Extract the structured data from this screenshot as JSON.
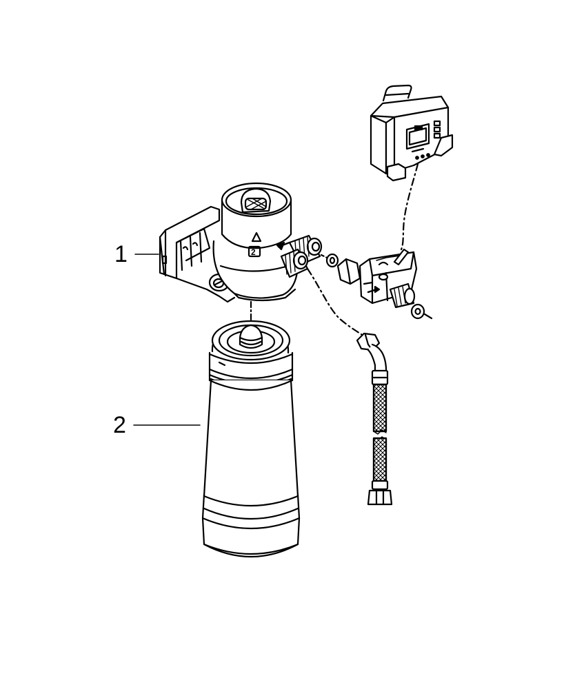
{
  "diagram": {
    "type": "exploded-view",
    "background": "#ffffff",
    "stroke_color": "#000000",
    "callouts": [
      {
        "number": "1",
        "part": "filter-head-with-wall-bracket"
      },
      {
        "number": "2",
        "part": "filter-cartridge"
      }
    ],
    "head_marking": "2"
  }
}
